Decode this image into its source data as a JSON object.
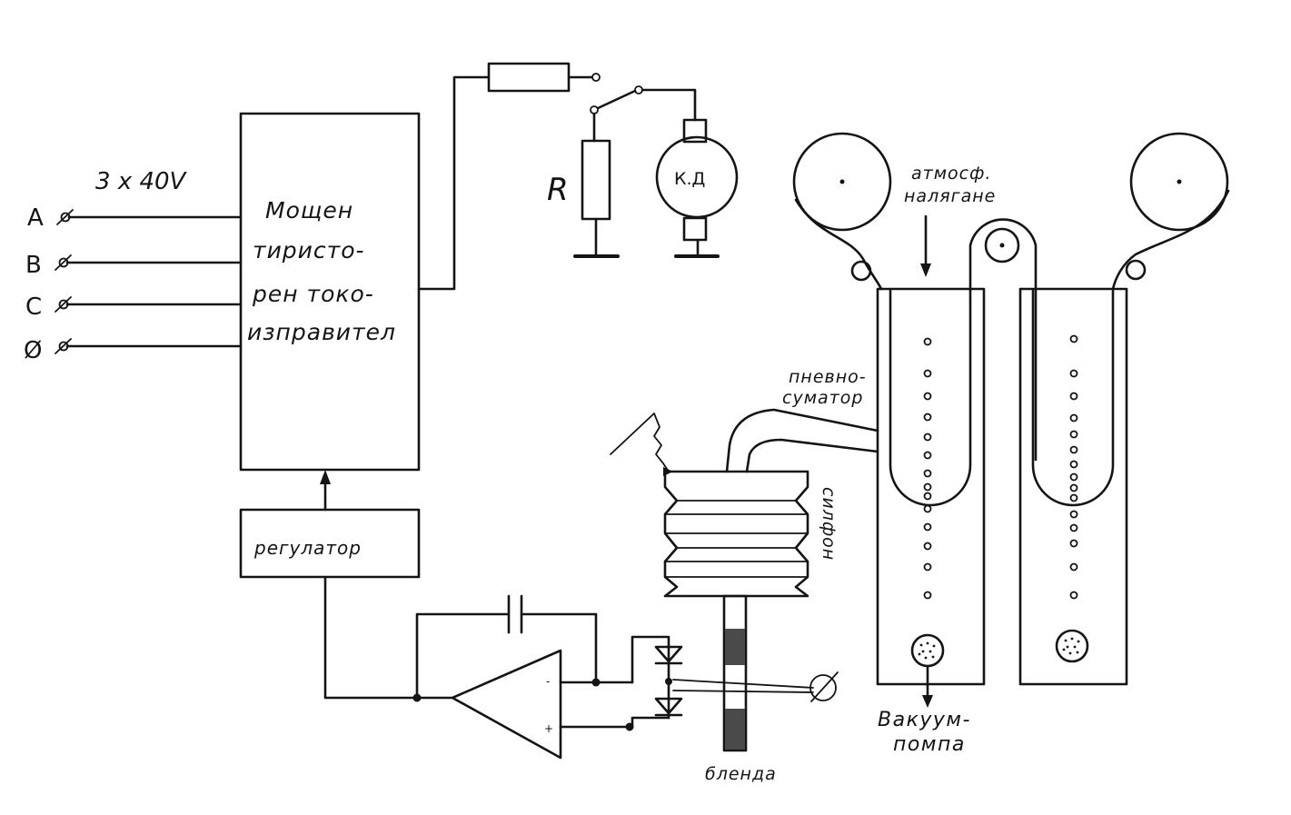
{
  "supply": {
    "voltage": "3 x 40V",
    "terminals": [
      "A",
      "B",
      "C",
      "Ø"
    ]
  },
  "rectifier": {
    "lines": [
      "Мощен",
      "тиристо-",
      "рен токо-",
      "изправител"
    ]
  },
  "regulator": {
    "label": "регулатор"
  },
  "resistor": {
    "label": "R"
  },
  "motor": {
    "label": "К.Д"
  },
  "opamp": {
    "minus": "-",
    "plus": "+"
  },
  "labels": {
    "atmos_line1": "атмосф.",
    "atmos_line2": "налягане",
    "pneumo_line1": "пневно-",
    "pneumo_line2": "суматор",
    "siphon": "силфон",
    "shutter": "бленда",
    "vacuum_line1": "Вакуум-",
    "vacuum_line2": "помпа"
  }
}
